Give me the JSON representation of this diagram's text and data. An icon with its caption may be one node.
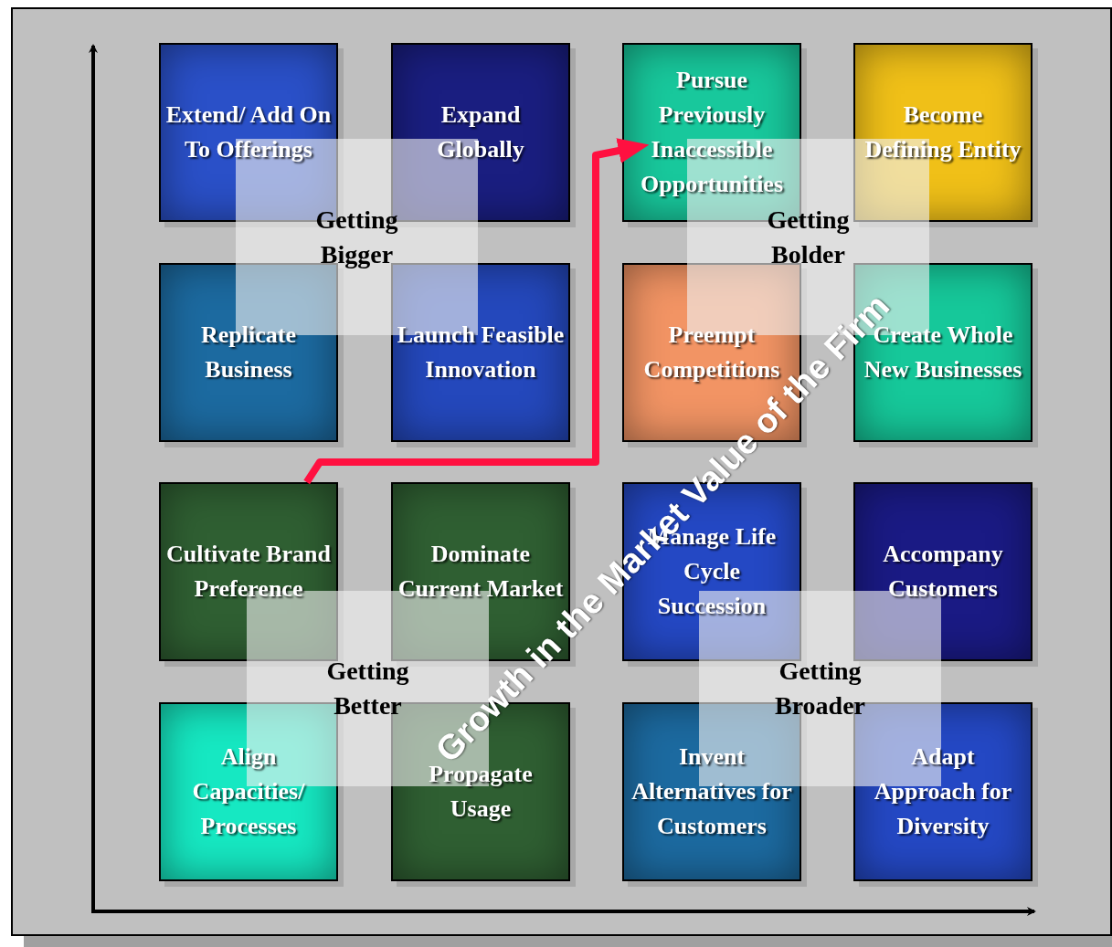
{
  "diagram": {
    "nodes": [
      {
        "text": [
          "Extend/ Add On To Offerings"
        ]
      },
      {
        "text": [
          "Expand Globally"
        ]
      },
      {
        "text": [
          "Pursue Previously Inaccessible Opportunities"
        ]
      },
      {
        "text": [
          "Become Defining Entity"
        ]
      },
      {
        "text": [
          "Replicate Business"
        ]
      },
      {
        "text": [
          "Launch Feasible Innovation"
        ]
      },
      {
        "text": [
          "Preempt Competitions"
        ]
      },
      {
        "text": [
          "Create Whole New Businesses"
        ]
      },
      {
        "text": [
          "Cultivate Brand Preference"
        ]
      },
      {
        "text": [
          "Dominate Current Market"
        ]
      },
      {
        "text": [
          "Manage Life Cycle Succession"
        ]
      },
      {
        "text": [
          "Accompany Customers"
        ]
      },
      {
        "text": [
          "Align Capacities/ Processes"
        ]
      },
      {
        "text": [
          "Propagate Usage"
        ]
      },
      {
        "text": [
          "Invent Alternatives for Customers"
        ]
      },
      {
        "text": [
          "Adapt Approach for Diversity"
        ]
      },
      {
        "text": [
          "Getting Bigger"
        ]
      },
      {
        "text": [
          "Getting Bolder"
        ]
      },
      {
        "text": [
          "Getting Better"
        ]
      },
      {
        "text": [
          "Getting Broader"
        ]
      }
    ],
    "edges": [
      {
        "from": 8,
        "to": 2,
        "arrow": "to",
        "color": "#ff1040"
      }
    ],
    "labels": [
      "Growth in the Market Value of the Firm"
    ]
  }
}
